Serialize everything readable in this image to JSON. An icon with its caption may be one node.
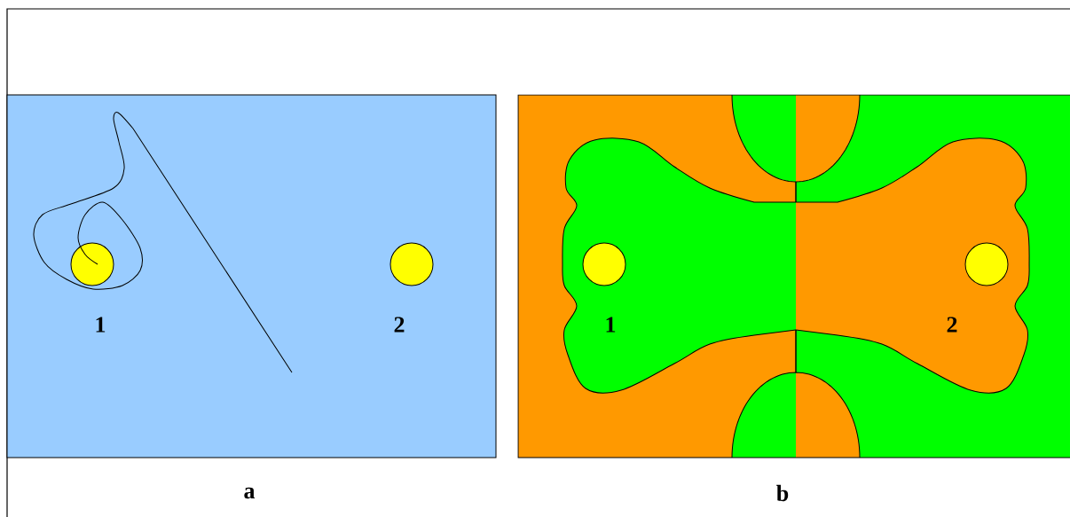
{
  "diagram": {
    "nodes": [
      {
        "text": [],
        "shape": "box",
        "beside": [
          "a"
        ]
      },
      {
        "text": [],
        "shape": "circle",
        "in": 0,
        "beside": [
          "1"
        ]
      },
      {
        "text": [],
        "shape": "circle",
        "in": 0,
        "beside": [
          "2"
        ]
      },
      {
        "text": [],
        "shape": "box",
        "beside": [
          "b"
        ]
      },
      {
        "text": [],
        "shape": "circle",
        "in": 3,
        "beside": [
          "1"
        ]
      },
      {
        "text": [],
        "shape": "circle",
        "in": 3,
        "beside": [
          "2"
        ]
      }
    ]
  }
}
